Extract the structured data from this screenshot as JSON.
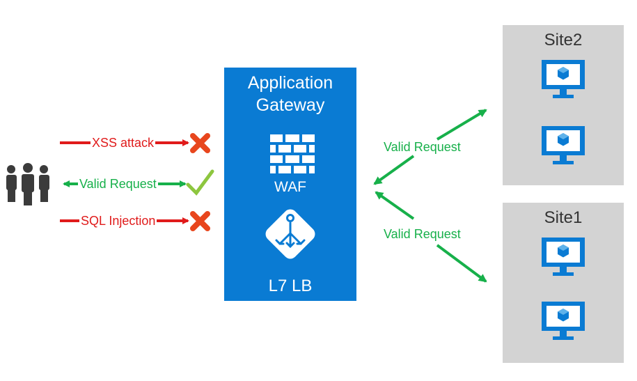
{
  "gateway": {
    "title_line1": "Application",
    "title_line2": "Gateway",
    "waf_label": "WAF",
    "lb_label": "L7 LB"
  },
  "left_flows": [
    {
      "label": "XSS attack",
      "result": "blocked"
    },
    {
      "label": "Valid Request",
      "result": "allowed"
    },
    {
      "label": "SQL Injection",
      "result": "blocked"
    }
  ],
  "right_flows": [
    {
      "label": "Valid Request",
      "target": "Site2"
    },
    {
      "label": "Valid Request",
      "target": "Site1"
    }
  ],
  "sites": [
    {
      "name": "Site2",
      "vm_count": 2
    },
    {
      "name": "Site1",
      "vm_count": 2
    }
  ],
  "icons": {
    "users": "users-icon",
    "firewall": "firewall-icon",
    "load_balancer": "load-balancer-icon",
    "vm": "virtual-machine-icon",
    "blocked": "x-mark-icon",
    "allowed": "check-mark-icon"
  },
  "colors": {
    "gateway_blue": "#0a7bd3",
    "site_gray": "#d3d3d3",
    "blocked_red": "#e01b1b",
    "valid_green": "#17b04a",
    "x_orange": "#e8461d",
    "check_green": "#8dc63f",
    "users_gray": "#3b3b3b"
  }
}
